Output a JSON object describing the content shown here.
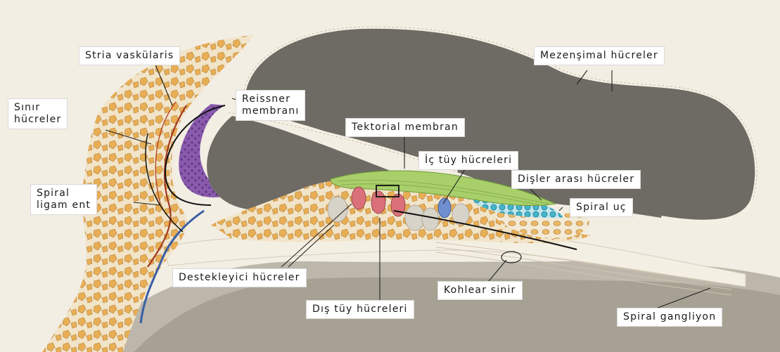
{
  "labels": {
    "stria_vaskularis": "Stria vaskülaris",
    "mezenkimal_hucreler": "Mezenşimal hücreler",
    "sinir_hucreler": "Sınır\nhücreler",
    "reissner_membrani": "Reissner\nmembranı",
    "tektorial_membran": "Tektorial membran",
    "ic_tuy_hucreleri": "İç tüy hücreleri",
    "disler_arasi_hucreler": "Dişler arası hücreler",
    "spiral_ligament": "Spiral\nligam ent",
    "spiral_uc": "Spiral uç",
    "destekleyici_hucreler": "Destekleyici hücreler",
    "kohlear_sinir": "Kohlear sinir",
    "dis_tuy_hucreleri": "Dış tüy hücreleri",
    "spiral_gangliyon": "Spiral gangliyon"
  },
  "colors": {
    "background": "#efe9dc",
    "cavity": "#6e6b64",
    "membrane_wall": "#f7f4ee",
    "ligament_cells": "#e9b05a",
    "stria": "#7d4fa3",
    "vessel_red": "#a33a1f",
    "vessel_blue": "#3a5fa5",
    "tectorial": "#a9cf6a",
    "hair_cells_red": "#d9707a",
    "interdental_cyan": "#45b5c9",
    "inner_hair_blue": "#6f8fd0"
  }
}
